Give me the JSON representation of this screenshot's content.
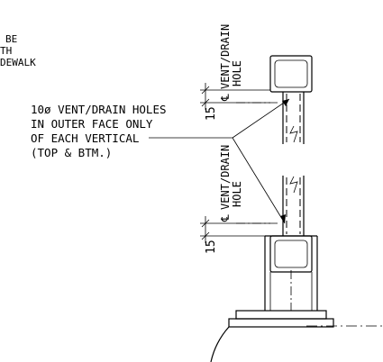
{
  "left_note": {
    "lines": [
      "BE",
      "TH",
      "DEWALK"
    ]
  },
  "callout": {
    "lines": [
      "10ø VENT/DRAIN HOLES",
      "IN OUTER FACE ONLY",
      "OF EACH VERTICAL",
      "(TOP & BTM.)"
    ]
  },
  "top_detail": {
    "label_line1": "VENT/DRAIN",
    "label_line2": "HOLE",
    "dimension": "15",
    "centerline_symbol": "℄"
  },
  "bottom_detail": {
    "label_line1": "VENT/DRAIN",
    "label_line2": "HOLE",
    "dimension": "15",
    "centerline_symbol": "℄"
  }
}
